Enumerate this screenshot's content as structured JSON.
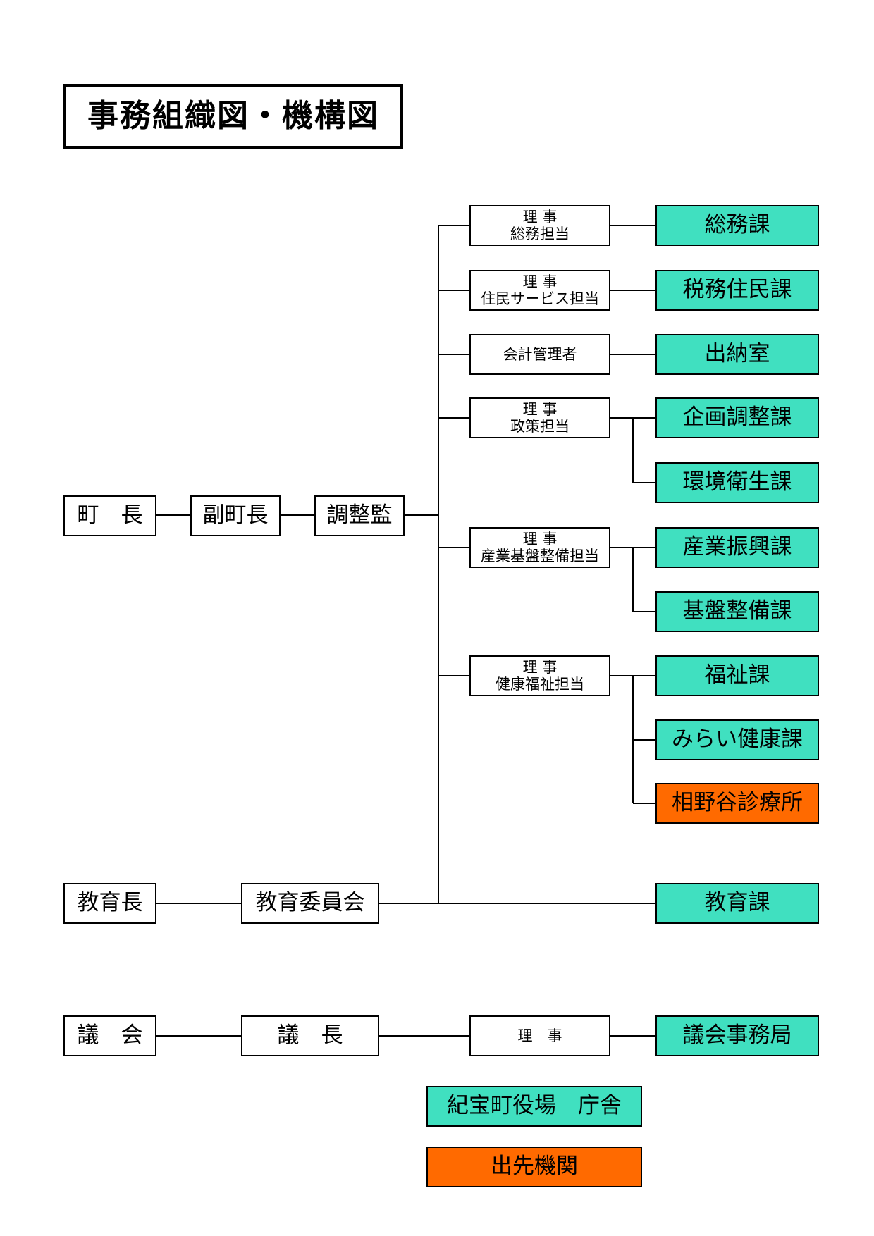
{
  "title": "事務組織図・機構図",
  "left_column": {
    "mayor": "町　長",
    "deputy_mayor": "副町長",
    "coordinator": "調整監",
    "superintendent": "教育長",
    "board_of_education": "教育委員会",
    "council": "議　会",
    "council_chair": "議　長"
  },
  "directors": [
    {
      "line1": "理 事",
      "line2": "総務担当"
    },
    {
      "line1": "理 事",
      "line2": "住民サービス担当"
    },
    {
      "line1": "会計管理者",
      "line2": ""
    },
    {
      "line1": "理 事",
      "line2": "政策担当"
    },
    {
      "line1": "理 事",
      "line2": "産業基盤整備担当"
    },
    {
      "line1": "理 事",
      "line2": "健康福祉担当"
    }
  ],
  "council_director": "理　事",
  "departments": {
    "general_affairs": "総務課",
    "tax_residents": "税務住民課",
    "treasury": "出納室",
    "planning": "企画調整課",
    "environment": "環境衛生課",
    "industry": "産業振興課",
    "infrastructure": "基盤整備課",
    "welfare": "福祉課",
    "mirai_health": "みらい健康課",
    "clinic": "相野谷診療所",
    "education": "教育課",
    "council_secretariat": "議会事務局"
  },
  "legend": {
    "office": "紀宝町役場　庁舎",
    "branch": "出先機関"
  },
  "colors": {
    "office": "#40e0c0",
    "branch": "#ff6a00"
  }
}
